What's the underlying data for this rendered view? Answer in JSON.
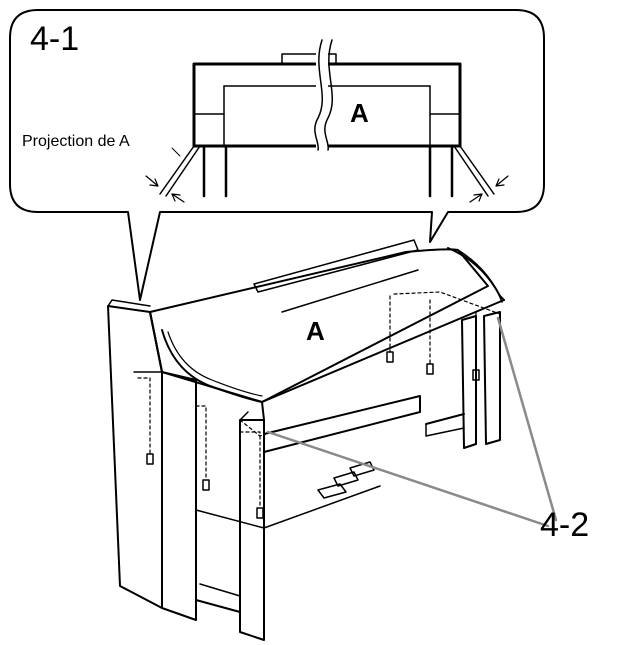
{
  "labels": {
    "step_4_1": "4-1",
    "step_4_2": "4-2",
    "projection": "Projection de A",
    "part_a_detail": "A",
    "part_a_main": "A"
  },
  "colors": {
    "line": "#000000",
    "leader": "#8a8a8a",
    "background": "#ffffff"
  }
}
